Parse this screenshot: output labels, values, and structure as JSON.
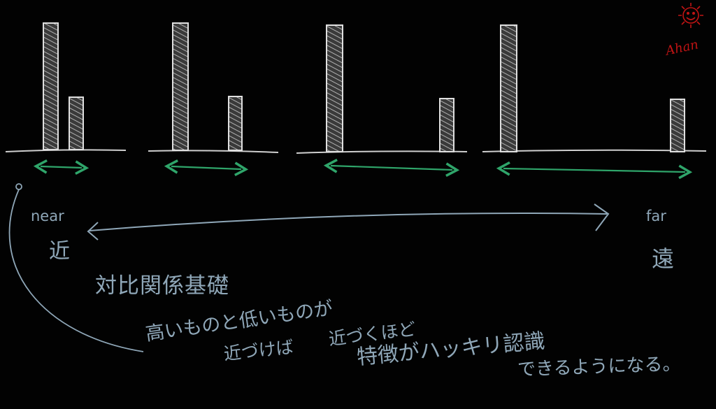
{
  "labels": {
    "near_en": "near",
    "near_jp": "近",
    "far_en": "far",
    "far_jp": "遠",
    "title": "対比関係基礎",
    "line1": "高いものと低いものが",
    "line2a": "近づけば",
    "line2b": "近づくほど",
    "line3": "特徴がハッキリ認識",
    "line4": "できるようになる。"
  },
  "signature": "Ahan",
  "colors": {
    "background": "#020202",
    "bar": "#d8d8d8",
    "ground": "#cfcfcf",
    "distance_arrow": "#2fa56a",
    "annotation": "#8fa7b8",
    "signature": "#c11414"
  },
  "icons": [
    "sun-icon"
  ],
  "scenes": [
    {
      "tall_bar": "tall",
      "short_bar": "short",
      "gap": "smallest"
    },
    {
      "tall_bar": "tall",
      "short_bar": "short",
      "gap": "small"
    },
    {
      "tall_bar": "tall",
      "short_bar": "short",
      "gap": "large"
    },
    {
      "tall_bar": "tall",
      "short_bar": "short",
      "gap": "largest"
    }
  ]
}
